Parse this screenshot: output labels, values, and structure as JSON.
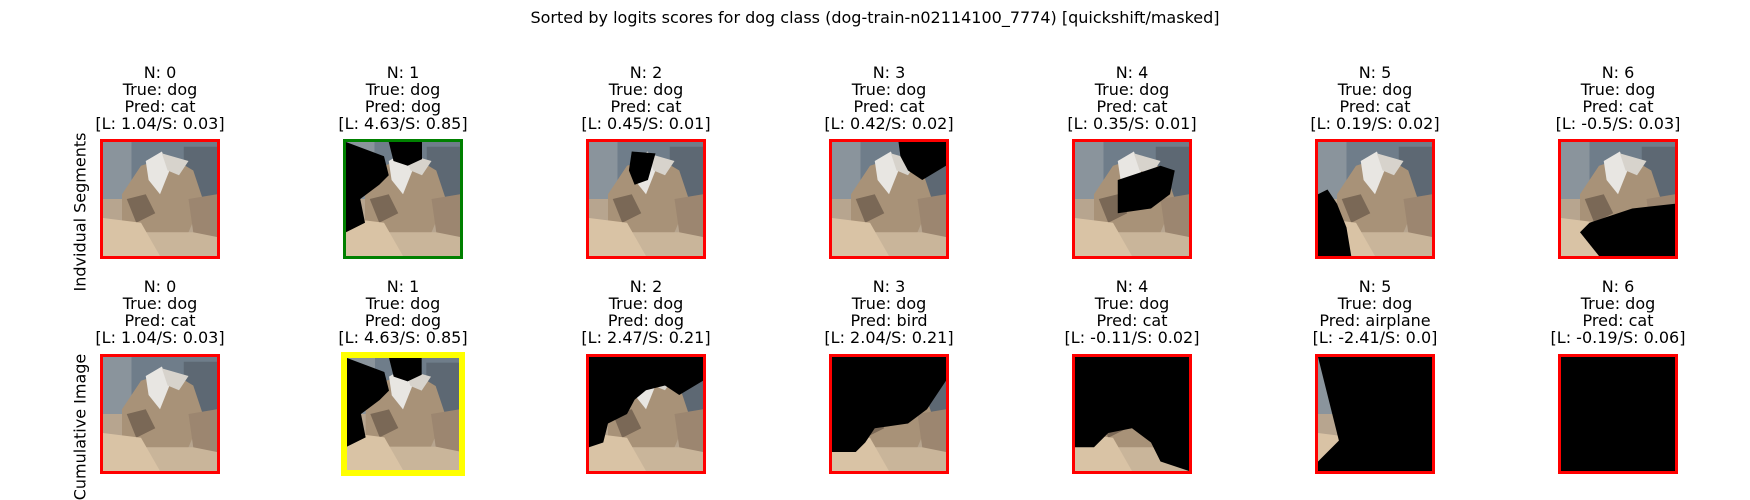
{
  "suptitle": "Sorted by logits scores for dog class (dog-train-n02114100_7774) [quickshift/masked]",
  "row_labels": [
    "Indvidual Segments",
    "Cumulative Image"
  ],
  "colors": {
    "correct": "#008000",
    "wrong": "#ff0000",
    "highlight": "#ffff00"
  },
  "chart_data": {
    "type": "image-grid",
    "rows": [
      {
        "label": "Indvidual Segments",
        "panels": [
          {
            "n": "N: 0",
            "true": "True: dog",
            "pred": "Pred: cat",
            "score": "[L: 1.04/S: 0.03]",
            "frame": "wrong"
          },
          {
            "n": "N: 1",
            "true": "True: dog",
            "pred": "Pred: dog",
            "score": "[L: 4.63/S: 0.85]",
            "frame": "correct"
          },
          {
            "n": "N: 2",
            "true": "True: dog",
            "pred": "Pred: cat",
            "score": "[L: 0.45/S: 0.01]",
            "frame": "wrong"
          },
          {
            "n": "N: 3",
            "true": "True: dog",
            "pred": "Pred: cat",
            "score": "[L: 0.42/S: 0.02]",
            "frame": "wrong"
          },
          {
            "n": "N: 4",
            "true": "True: dog",
            "pred": "Pred: cat",
            "score": "[L: 0.35/S: 0.01]",
            "frame": "wrong"
          },
          {
            "n": "N: 5",
            "true": "True: dog",
            "pred": "Pred: cat",
            "score": "[L: 0.19/S: 0.02]",
            "frame": "wrong"
          },
          {
            "n": "N: 6",
            "true": "True: dog",
            "pred": "Pred: cat",
            "score": "[L: -0.5/S: 0.03]",
            "frame": "wrong"
          }
        ]
      },
      {
        "label": "Cumulative Image",
        "panels": [
          {
            "n": "N: 0",
            "true": "True: dog",
            "pred": "Pred: cat",
            "score": "[L: 1.04/S: 0.03]",
            "frame": "wrong"
          },
          {
            "n": "N: 1",
            "true": "True: dog",
            "pred": "Pred: dog",
            "score": "[L: 4.63/S: 0.85]",
            "frame": "highlight"
          },
          {
            "n": "N: 2",
            "true": "True: dog",
            "pred": "Pred: dog",
            "score": "[L: 2.47/S: 0.21]",
            "frame": "wrong"
          },
          {
            "n": "N: 3",
            "true": "True: dog",
            "pred": "Pred: bird",
            "score": "[L: 2.04/S: 0.21]",
            "frame": "wrong"
          },
          {
            "n": "N: 4",
            "true": "True: dog",
            "pred": "Pred: cat",
            "score": "[L: -0.11/S: 0.02]",
            "frame": "wrong"
          },
          {
            "n": "N: 5",
            "true": "True: dog",
            "pred": "Pred: airplane",
            "score": "[L: -2.41/S: 0.0]",
            "frame": "wrong"
          },
          {
            "n": "N: 6",
            "true": "True: dog",
            "pred": "Pred: cat",
            "score": "[L: -0.19/S: 0.06]",
            "frame": "wrong"
          }
        ]
      }
    ]
  }
}
